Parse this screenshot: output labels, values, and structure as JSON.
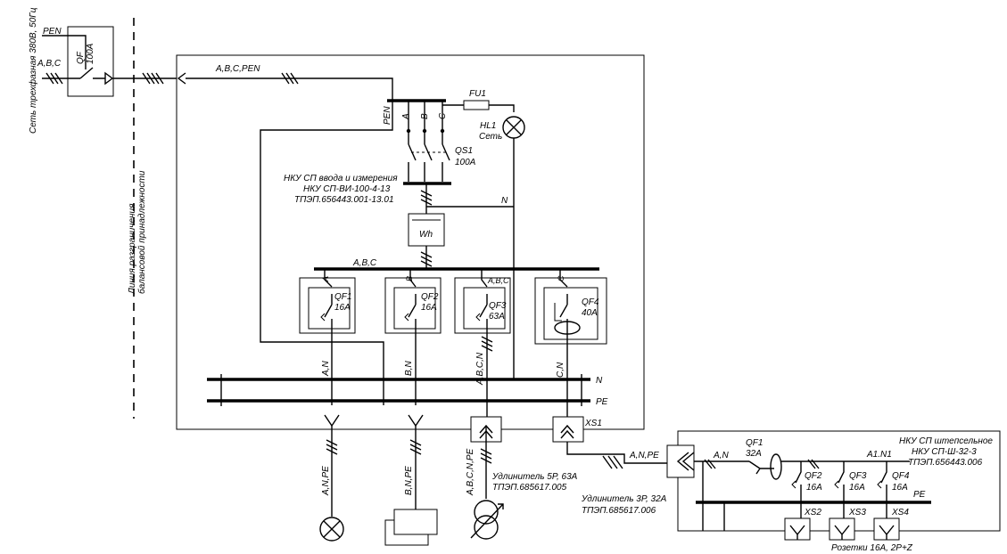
{
  "labels": {
    "network_supply": "Сеть трехфазная 380В, 50Гц",
    "pen": "PEN",
    "abc": "A,B,C",
    "qf_main": "QF",
    "qf_main_rating": "100A",
    "boundary_line_1": "Линия разграничения",
    "boundary_line_2": "балансовой принадлежности",
    "feed_abc_pen": "A,B,C,PEN",
    "pen_bus": "PEN",
    "phase_a": "A",
    "phase_b": "B",
    "phase_c": "C",
    "fu1": "FU1",
    "hl1": "HL1",
    "hl1_desc": "Сеть",
    "qs1": "QS1",
    "qs1_rating": "100A",
    "nku_in_1": "НКУ СП ввода и измерения",
    "nku_in_2": "НКУ СП-ВИ-100-4-13",
    "nku_in_3": "ТПЭП.656443.001-13.01",
    "n_label": "N",
    "meter": "Wh",
    "bus_abc": "A,B,C",
    "qf1_phase": "A",
    "qf2_phase": "B",
    "qf3_phase": "A,B,C",
    "qf4_phase": "C",
    "qf1": "QF1",
    "qf1_rating": "16A",
    "qf2": "QF2",
    "qf2_rating": "16A",
    "qf3": "QF3",
    "qf3_rating": "63A",
    "qf4": "QF4",
    "qf4_rating": "40A",
    "out1": "A,N",
    "out2": "B,N",
    "out3": "A,B,C,N",
    "out4": "C,N",
    "bus_n": "N",
    "bus_pe": "PE",
    "xs1": "XS1",
    "load1": "A,N,PE",
    "load2": "B,N,PE",
    "load3": "A,B,C,N,PE",
    "ext5p_1": "Удлинитель 5Р, 63А",
    "ext5p_2": "ТПЭП.685617.005",
    "ext3p_1": "Удлинитель 3Р, 32А",
    "ext3p_2": "ТПЭП.685617.006",
    "link_anpe": "A,N,PE",
    "link_an": "A,N",
    "sock_qf1": "QF1",
    "sock_qf1_rating": "32A",
    "sock_qf2": "QF2",
    "sock_qf2_rating": "16A",
    "sock_qf3": "QF3",
    "sock_qf3_rating": "16A",
    "sock_qf4": "QF4",
    "sock_qf4_rating": "16A",
    "a1n1": "A1.N1",
    "sock_pe": "PE",
    "nku_sock_1": "НКУ СП штепсельное",
    "nku_sock_2": "НКУ СП-Ш-32-3",
    "nku_sock_3": "ТПЭП.656443.006",
    "xs2": "XS2",
    "xs3": "XS3",
    "xs4": "XS4",
    "sockets": "Розетки 16А, 2Р+Z"
  }
}
